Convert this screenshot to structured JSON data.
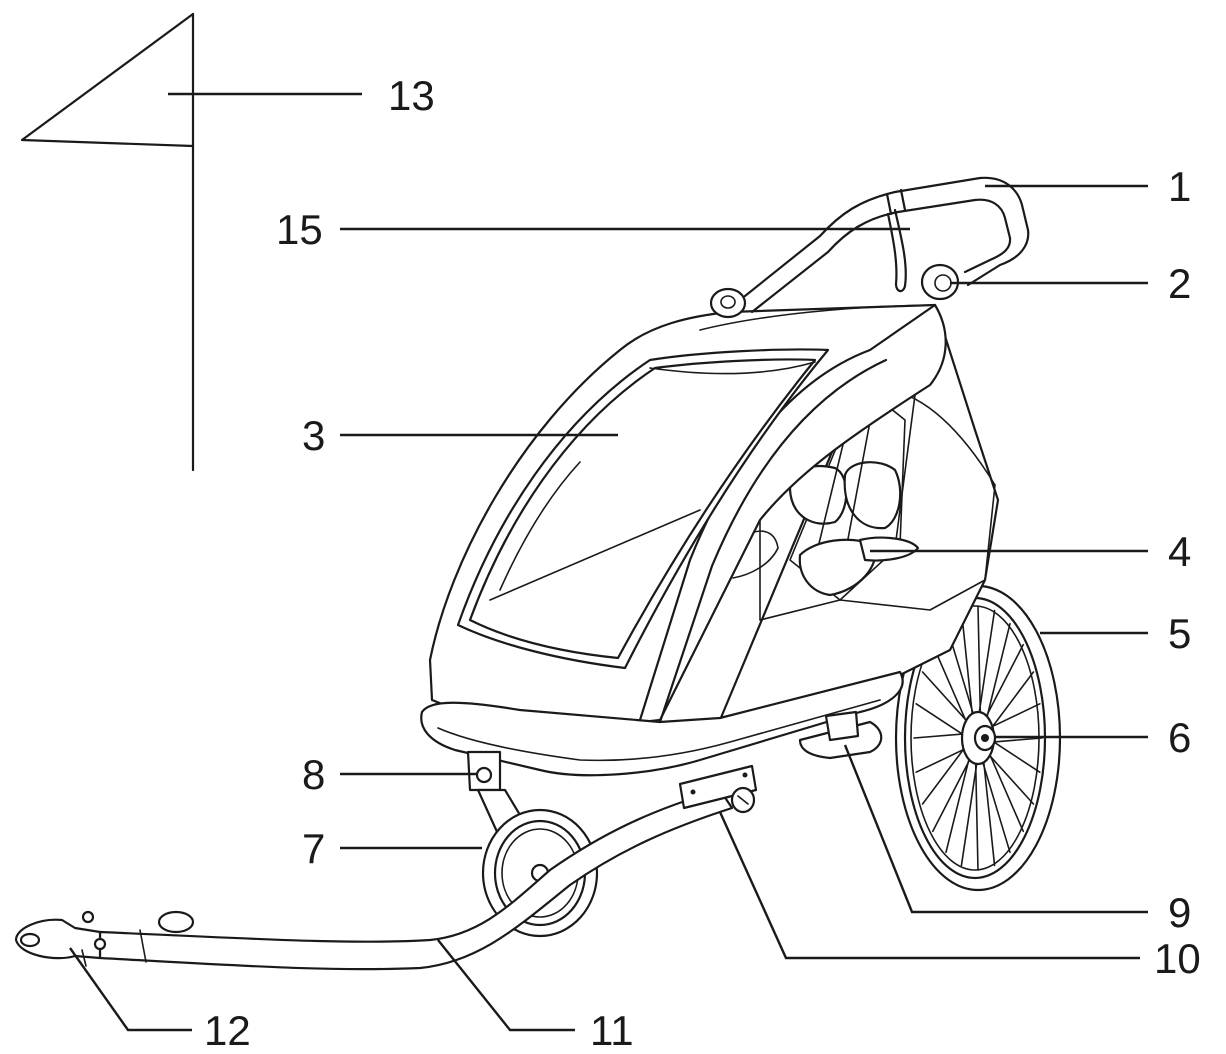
{
  "diagram": {
    "labels": {
      "l1": "1",
      "l2": "2",
      "l3": "3",
      "l4": "4",
      "l5": "5",
      "l6": "6",
      "l7": "7",
      "l8": "8",
      "l9": "9",
      "l10": "10",
      "l11": "11",
      "l12": "12",
      "l13": "13",
      "l15": "15"
    }
  }
}
